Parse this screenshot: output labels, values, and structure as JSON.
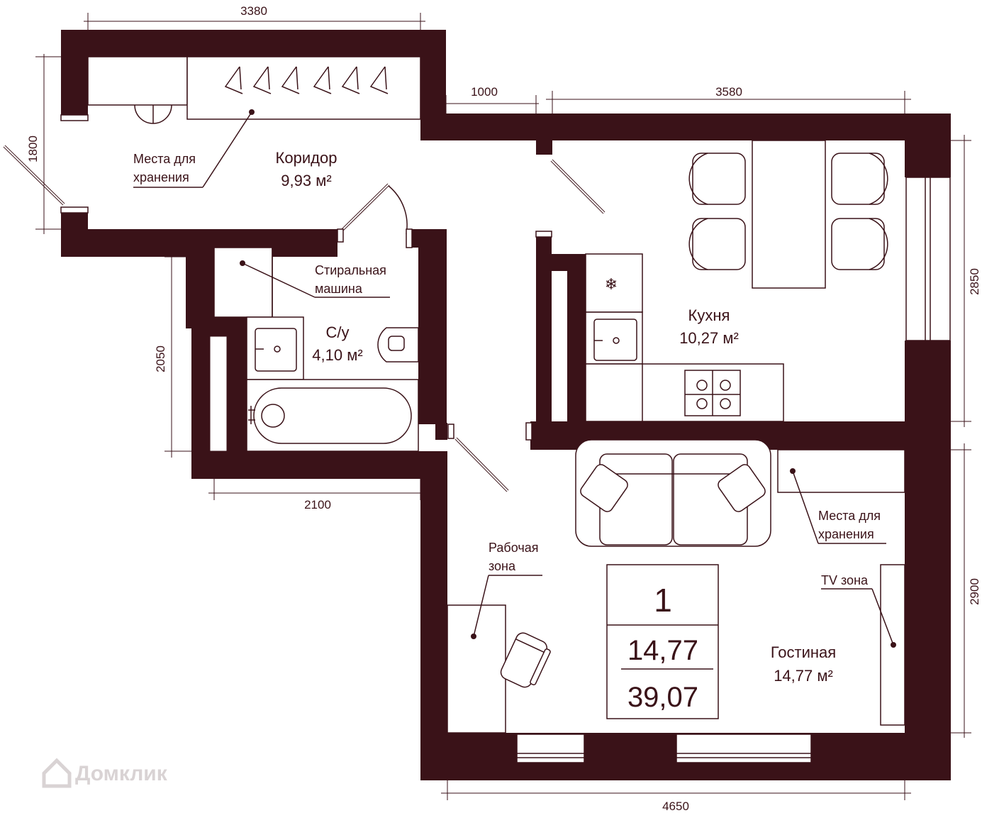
{
  "colors": {
    "wall": "#3a1218",
    "background": "#ffffff",
    "watermark": "#d9d3d4"
  },
  "rooms": {
    "corridor": {
      "name": "Коридор",
      "area": "9,93 м²"
    },
    "kitchen": {
      "name": "Кухня",
      "area": "10,27 м²"
    },
    "bathroom": {
      "name": "С/у",
      "area": "4,10  м²"
    },
    "living": {
      "name": "Гостиная",
      "area": "14,77 м²"
    }
  },
  "notes": {
    "storage_top": [
      "Места для",
      "хранения"
    ],
    "washer": [
      "Стиральная",
      "машина"
    ],
    "storage_right": [
      "Места для",
      "хранения"
    ],
    "work_zone": [
      "Рабочая",
      "зона"
    ],
    "tv_zone": "TV зона"
  },
  "dimensions": {
    "top_width": "3380",
    "left_height": "1800",
    "door_gap": "1000",
    "kitchen_width": "3580",
    "kitchen_height": "2850",
    "bath_height": "2050",
    "bath_width": "2100",
    "living_height": "2900",
    "bottom_width": "4650"
  },
  "summary": {
    "rooms_count": "1",
    "living_area": "14,77",
    "total_area": "39,07"
  },
  "watermark": {
    "text": "Домклик",
    "icon": "home-icon"
  }
}
